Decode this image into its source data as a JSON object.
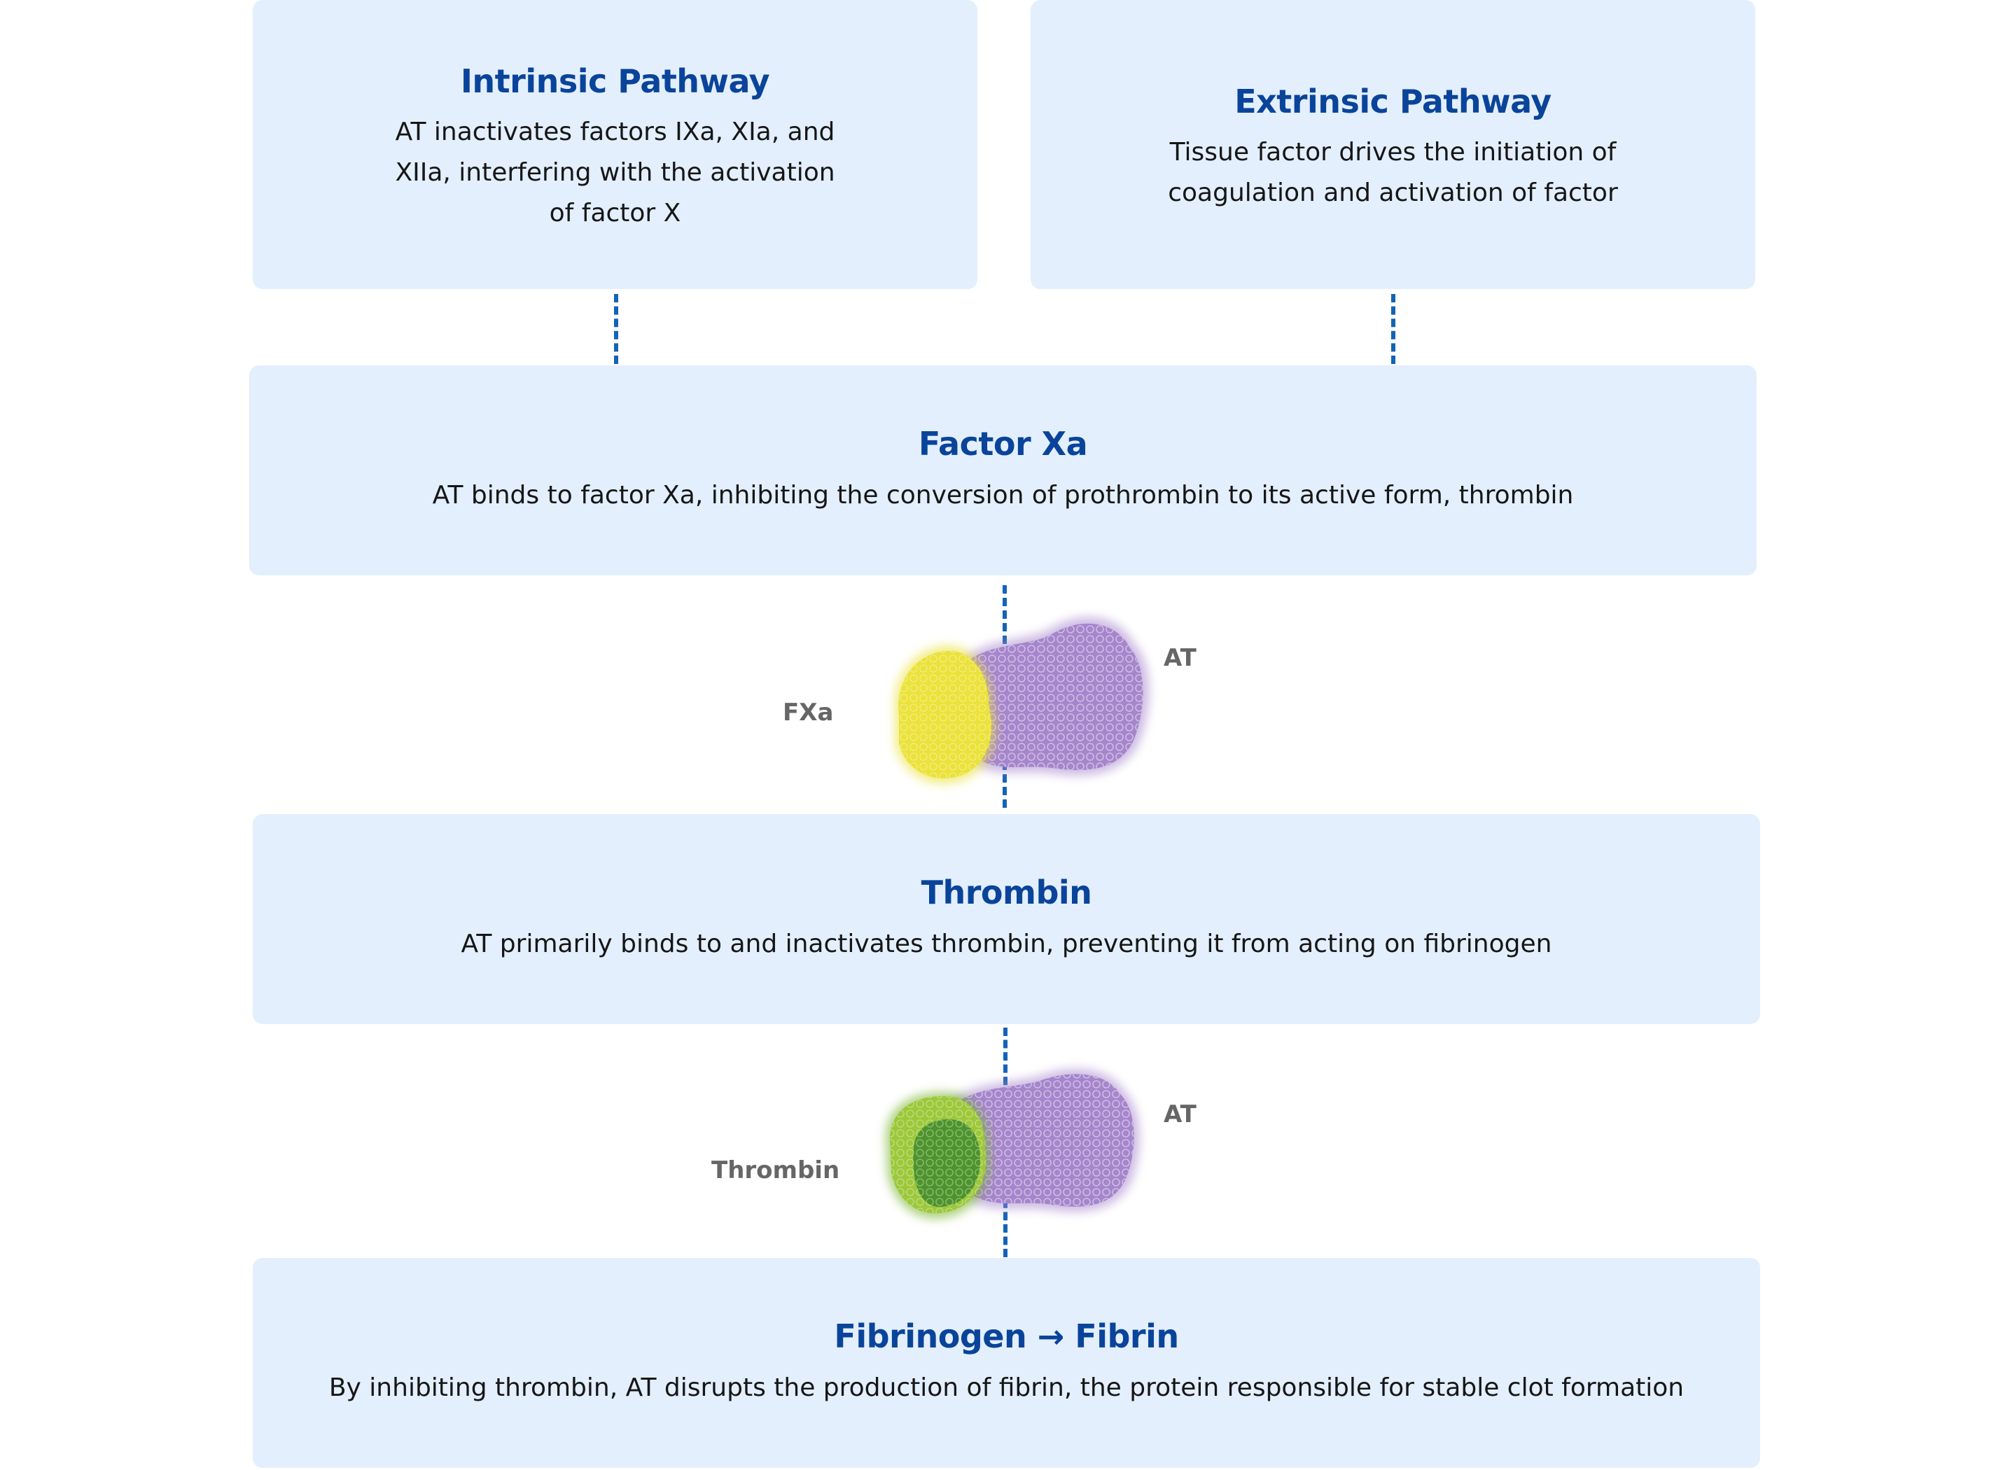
{
  "cards": {
    "intrinsic": {
      "title": "Intrinsic Pathway",
      "lines": [
        "AT inactivates factors IXa, XIa, and",
        "XIIa, interfering with the activation",
        "of factor X"
      ]
    },
    "extrinsic": {
      "title": "Extrinsic Pathway",
      "lines": [
        "Tissue factor drives the initiation of",
        "coagulation and activation of factor"
      ]
    },
    "factor_xa": {
      "title": "Factor Xa",
      "desc": "AT binds to factor Xa, inhibiting the conversion of prothrombin to its active form, thrombin"
    },
    "thrombin": {
      "title": "Thrombin",
      "desc": "AT primarily binds to and inactivates thrombin, preventing it from acting on fibrinogen"
    },
    "fibrin": {
      "title": "Fibrinogen → Fibrin",
      "desc": "By inhibiting thrombin, AT disrupts the production of fibrin, the protein responsible for stable clot formation"
    }
  },
  "complexes": {
    "fxa_at": {
      "left_label": "FXa",
      "right_label": "AT",
      "left_color": "#ebe23a",
      "right_color": "#a585cc"
    },
    "thrombin_at": {
      "left_label": "Thrombin",
      "right_label": "AT",
      "left_color": "#79b530",
      "right_color": "#a585cc"
    }
  },
  "colors": {
    "card_bg": "#e3effd",
    "title": "#0a449a",
    "connector": "#1363b8",
    "label": "#666666"
  }
}
